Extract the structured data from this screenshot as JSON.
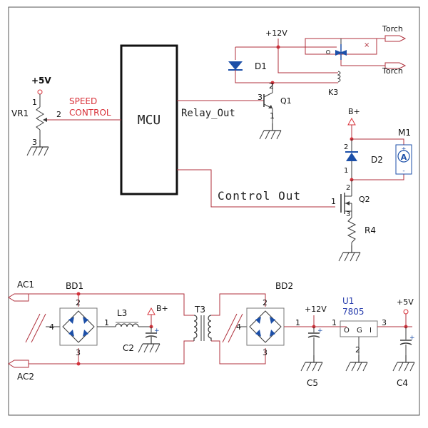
{
  "schematic": {
    "mcu": {
      "label": "MCU",
      "relay_out": "Relay_Out",
      "control_out": "Control Out"
    },
    "vr1": {
      "ref": "VR1",
      "supply": "+5V",
      "pin1": "1",
      "pin2": "2",
      "pin3": "3",
      "signal": [
        "SPEED",
        "CONTROL"
      ]
    },
    "relay": {
      "d1": "D1",
      "supply": "+12V",
      "k3": "K3",
      "q1": "Q1",
      "q1_pin1": "1",
      "q1_pin2": "2",
      "q1_pin3": "3",
      "torch1": "Torch",
      "torch2": "Torch"
    },
    "motor": {
      "supply": "B+",
      "m1": "M1",
      "m1_symbol": "A",
      "d2": "D2",
      "d2_pin1": "1",
      "d2_pin2": "2",
      "q2": "Q2",
      "q2_pin1": "1",
      "q2_pin2": "2",
      "q2_pin3": "3",
      "r4": "R4",
      "plus": "+",
      "minus": "-"
    },
    "power": {
      "ac1": "AC1",
      "ac2": "AC2",
      "bd1": "BD1",
      "bd1_pin1": "1",
      "bd1_pin2": "2",
      "bd1_pin3": "3",
      "bd1_pin4": "4",
      "l3": "L3",
      "c2": "C2",
      "bplus": "B+",
      "t3": "T3",
      "bd2": "BD2",
      "bd2_pin1": "1",
      "bd2_pin2": "2",
      "bd2_pin3": "3",
      "bd2_pin4": "4",
      "v12": "+12V",
      "c5": "C5",
      "u1": "U1",
      "u1_part": "7805",
      "u1_o": "O",
      "u1_g": "G",
      "u1_i": "I",
      "u1_pin1": "1",
      "u1_pin2": "2",
      "u1_pin3": "3",
      "v5": "+5V",
      "c4": "C4",
      "cap_plus": "+"
    }
  },
  "colors": {
    "wire": "#b0303c",
    "part": "#3a3a3a",
    "net_label": "#d9323a",
    "blue_label": "#2a3fae",
    "diode_fill": "#1c4fa8",
    "border": "#555555"
  },
  "icons": [
    "ground-icon",
    "diode-icon",
    "bridge-rectifier-icon",
    "npn-transistor-icon",
    "mosfet-icon",
    "resistor-icon",
    "potentiometer-icon",
    "inductor-icon",
    "transformer-icon",
    "capacitor-icon",
    "relay-coil-icon",
    "ammeter-icon",
    "vcc-arrow-icon",
    "torch-connector-icon"
  ]
}
